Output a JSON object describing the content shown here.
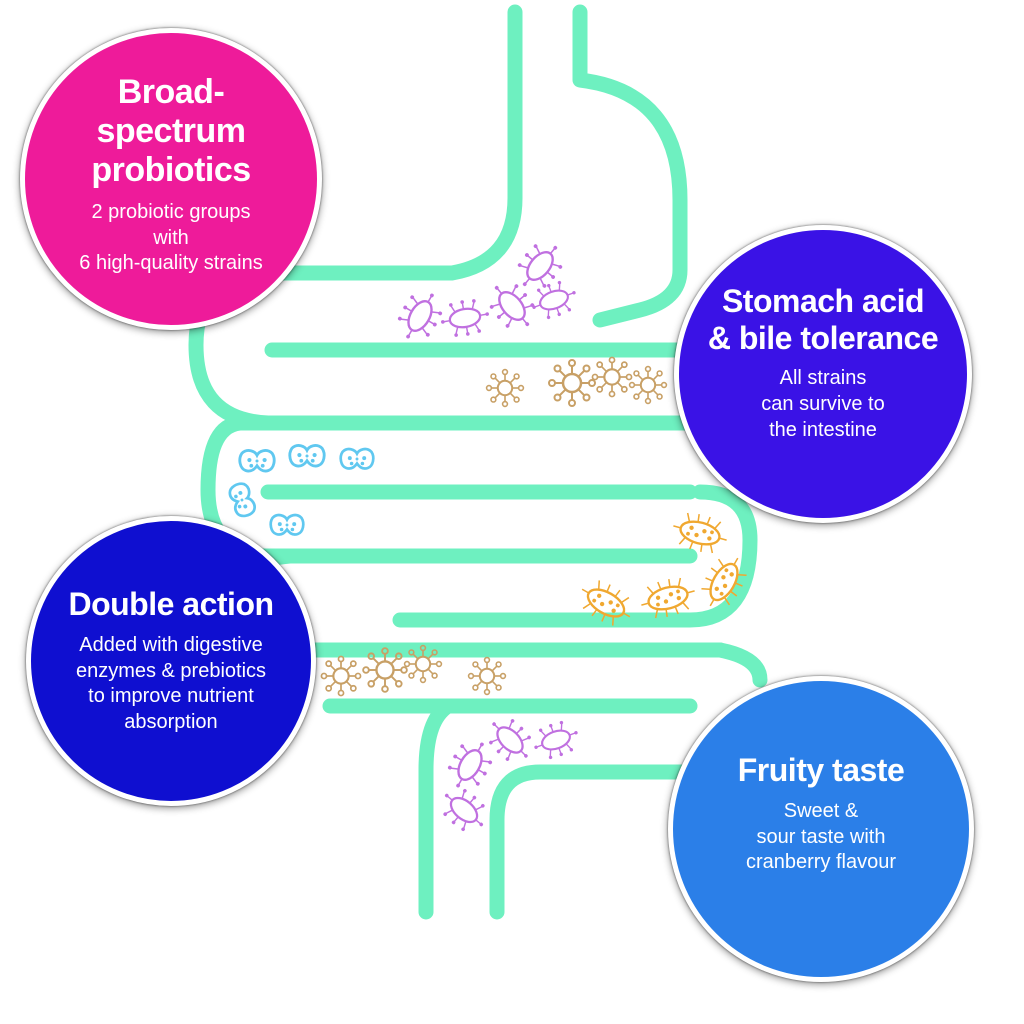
{
  "colors": {
    "intestine": "#6ef0c0",
    "bacteria_purple": "#c070e0",
    "bacteria_brown": "#c8a066",
    "bacteria_cyan": "#60c8f0",
    "bacteria_orange": "#f0a830",
    "bubble_pink": "#ee1b9a",
    "bubble_violet": "#3a12e6",
    "bubble_navy": "#0f0fd0",
    "bubble_blue": "#2b7fe8"
  },
  "icons": [
    "digestive-tract-icon",
    "bacillus-icon",
    "star-bacterium-icon",
    "coccus-pair-icon",
    "rod-bacterium-icon"
  ],
  "bubbles": {
    "broad_spectrum": {
      "title": "Broad-\nspectrum\nprobiotics",
      "desc": "2 probiotic groups\nwith\n6 high-quality strains"
    },
    "acid_tolerance": {
      "title": "Stomach acid\n& bile tolerance",
      "desc": "All strains\ncan survive to\nthe intestine"
    },
    "double_action": {
      "title": "Double action",
      "desc": "Added with digestive\nenzymes & prebiotics\nto improve nutrient\nabsorption"
    },
    "fruity_taste": {
      "title": "Fruity taste",
      "desc": "Sweet &\nsour taste with\ncranberry flavour"
    }
  }
}
